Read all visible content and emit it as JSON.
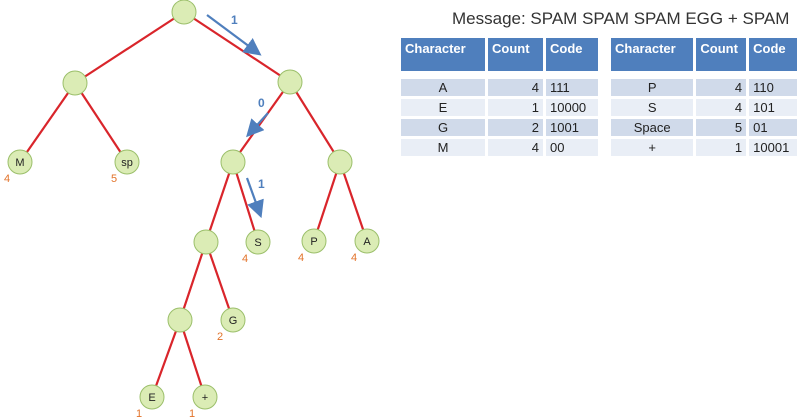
{
  "message": "Message: SPAM SPAM SPAM EGG + SPAM",
  "colors": {
    "edge": "#d9252b",
    "node_fill": "#dbecb5",
    "node_stroke": "#9bbf6a",
    "count": "#e2732a",
    "arrow": "#4f7fbd",
    "header": "#4f7fbd"
  },
  "tables": [
    {
      "headers": [
        "Character",
        "Count",
        "Code"
      ],
      "rows": [
        {
          "char": "A",
          "count": "4",
          "code": "111"
        },
        {
          "char": "E",
          "count": "1",
          "code": "10000"
        },
        {
          "char": "G",
          "count": "2",
          "code": "1001"
        },
        {
          "char": "M",
          "count": "4",
          "code": "00"
        }
      ]
    },
    {
      "headers": [
        "Character",
        "Count",
        "Code"
      ],
      "rows": [
        {
          "char": "P",
          "count": "4",
          "code": "110"
        },
        {
          "char": "S",
          "count": "4",
          "code": "101"
        },
        {
          "char": "Space",
          "count": "5",
          "code": "01"
        },
        {
          "char": "+",
          "count": "1",
          "code": "10001"
        }
      ]
    }
  ],
  "tree": {
    "nodes": [
      {
        "id": "root",
        "label": "",
        "count": ""
      },
      {
        "id": "n0",
        "label": "",
        "count": ""
      },
      {
        "id": "n1",
        "label": "",
        "count": ""
      },
      {
        "id": "M",
        "label": "M",
        "count": "4"
      },
      {
        "id": "sp",
        "label": "sp",
        "count": "5"
      },
      {
        "id": "n10",
        "label": "",
        "count": ""
      },
      {
        "id": "n11",
        "label": "",
        "count": ""
      },
      {
        "id": "n100",
        "label": "",
        "count": ""
      },
      {
        "id": "S",
        "label": "S",
        "count": "4"
      },
      {
        "id": "P",
        "label": "P",
        "count": "4"
      },
      {
        "id": "A",
        "label": "A",
        "count": "4"
      },
      {
        "id": "n1000",
        "label": "",
        "count": ""
      },
      {
        "id": "G",
        "label": "G",
        "count": "2"
      },
      {
        "id": "E",
        "label": "E",
        "count": "1"
      },
      {
        "id": "plus",
        "label": "+",
        "count": "1"
      }
    ],
    "edges": [
      [
        "root",
        "n0"
      ],
      [
        "root",
        "n1"
      ],
      [
        "n0",
        "M"
      ],
      [
        "n0",
        "sp"
      ],
      [
        "n1",
        "n10"
      ],
      [
        "n1",
        "n11"
      ],
      [
        "n10",
        "n100"
      ],
      [
        "n10",
        "S"
      ],
      [
        "n11",
        "P"
      ],
      [
        "n11",
        "A"
      ],
      [
        "n100",
        "n1000"
      ],
      [
        "n100",
        "G"
      ],
      [
        "n1000",
        "E"
      ],
      [
        "n1000",
        "plus"
      ]
    ],
    "arrows": [
      {
        "label": "1",
        "from": "root",
        "to": "n1"
      },
      {
        "label": "0",
        "from": "n1",
        "to": "n10"
      },
      {
        "label": "1",
        "from": "n10",
        "to": "S"
      }
    ]
  }
}
